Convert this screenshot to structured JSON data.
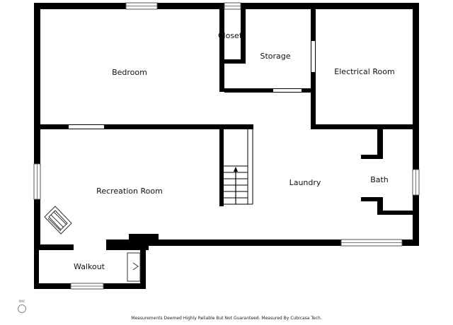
{
  "rooms": {
    "bedroom": "Bedroom",
    "closet": "Closet",
    "storage": "Storage",
    "electrical_room": "Electrical Room",
    "recreation_room": "Recreation Room",
    "laundry": "Laundry",
    "bath": "Bath",
    "walkout": "Walkout"
  },
  "footer": {
    "disclaimer": "Measurements Deemed Highly Reliable But Not Guaranteed. Measured By Cubicasa Tech."
  },
  "brand": {
    "badge": "RMC"
  },
  "colors": {
    "wall": "#000000",
    "background": "#ffffff"
  }
}
